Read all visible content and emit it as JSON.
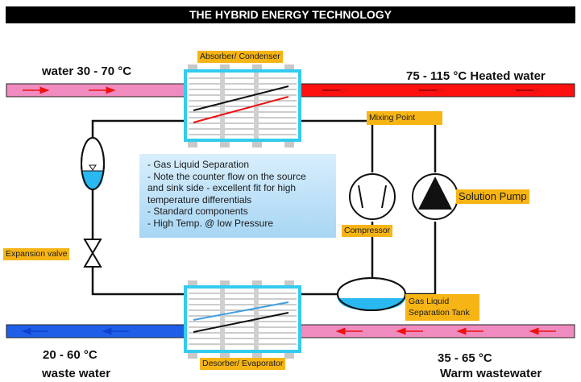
{
  "title": "THE HYBRID ENERGY TECHNOLOGY",
  "labels": {
    "water_in": "water  30 - 70 °C",
    "heated_water": "75 - 115 °C  Heated water",
    "waste_temp": "20 - 60 °C",
    "waste_water": "waste water",
    "warm_temp": "35 - 65 °C",
    "warm_wastewater": "Warm wastewater"
  },
  "tags": {
    "absorber": "Absorber/ Condenser",
    "mixing": "Mixing Point",
    "solution_pump": "Solution Pump",
    "compressor": "Compressor",
    "expansion": "Expansion valve",
    "separation_tank": "Gas Liquid\nSeparation Tank",
    "desorber": "Desorber/  Evaporator"
  },
  "notes": [
    "- Gas Liquid Separation",
    "- Note the counter flow on the source",
    "and sink side - excellent fit for high",
    "temperature differentials",
    "- Standard components",
    "- High Temp. @ low Pressure"
  ],
  "colors": {
    "hot_pipe": "#ff1010",
    "warm_pipe": "#f08bbf",
    "cold_pipe": "#1f5fe8",
    "tag_bg": "#f7b515",
    "exchanger_border": "#33ccee"
  }
}
